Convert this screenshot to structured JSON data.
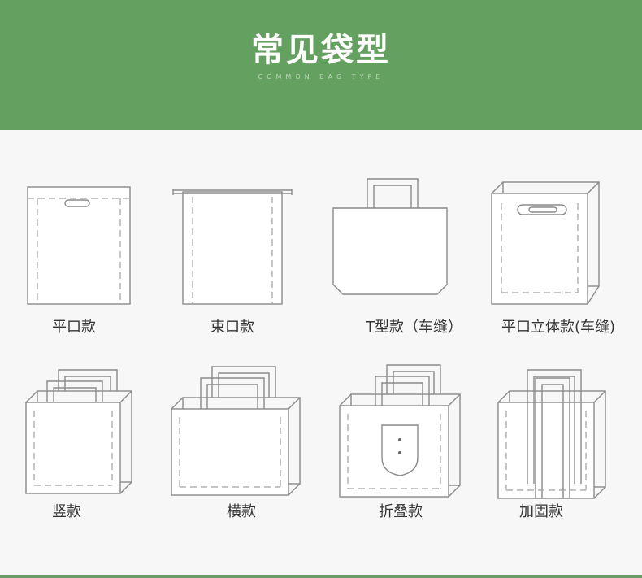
{
  "banner": {
    "title": "常见袋型",
    "subtitle": "COMMON BAG TYPE"
  },
  "colors": {
    "brand": "#64a060",
    "outline": "#8a8a8a"
  },
  "bag_types": [
    {
      "label": "平口款",
      "icon": "flat-bag-icon"
    },
    {
      "label": "束口款",
      "icon": "drawstring-bag-icon"
    },
    {
      "label": "T型款（车缝）",
      "icon": "t-shirt-bag-icon"
    },
    {
      "label": "平口立体款(车缝)",
      "icon": "flat-3d-bag-icon"
    },
    {
      "label": "竖款",
      "icon": "vertical-tote-icon"
    },
    {
      "label": "横款",
      "icon": "horizontal-tote-icon"
    },
    {
      "label": "折叠款",
      "icon": "foldable-tote-icon"
    },
    {
      "label": "加固款",
      "icon": "reinforced-tote-icon"
    }
  ]
}
